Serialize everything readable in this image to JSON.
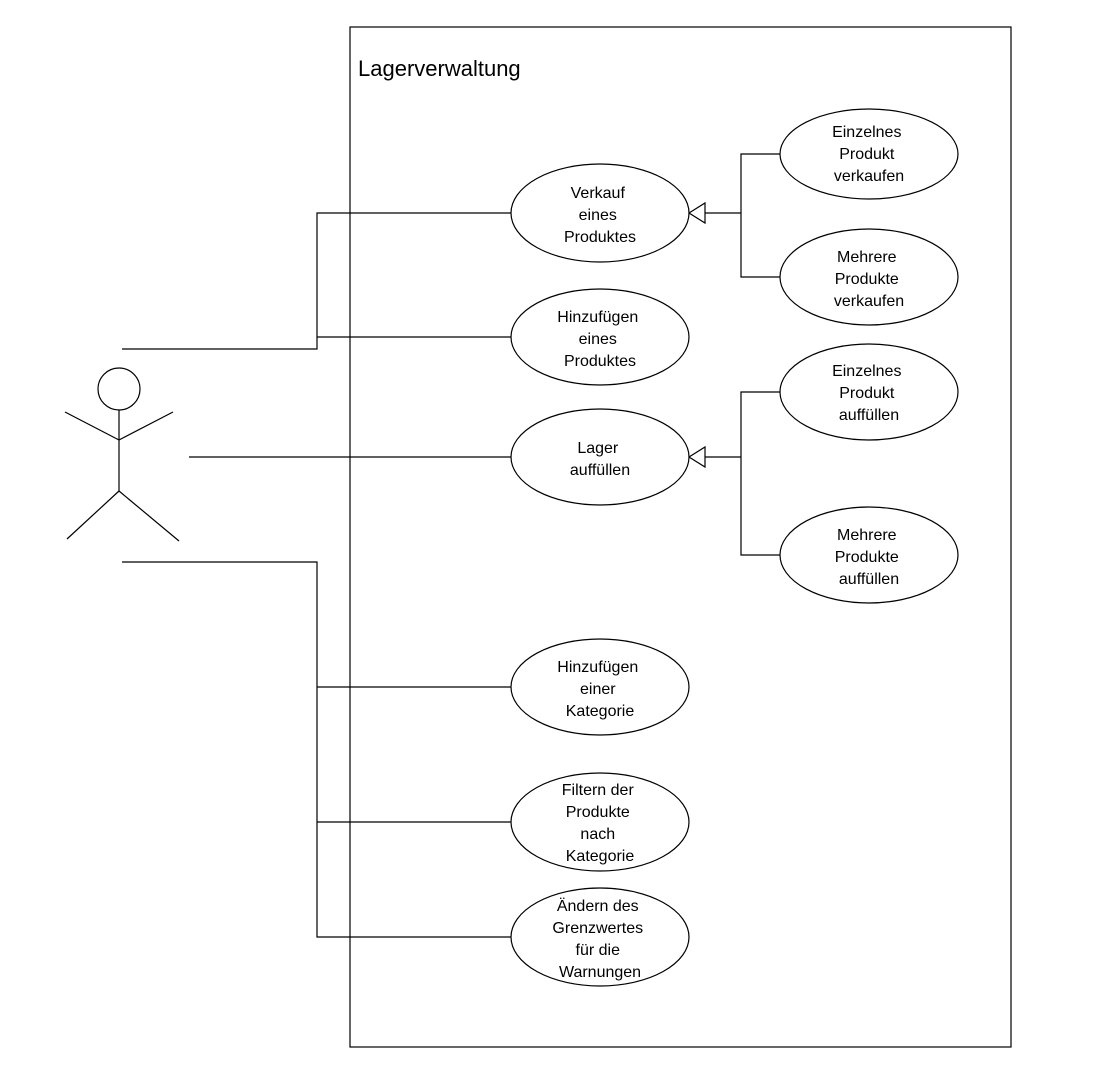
{
  "system": {
    "title": "Lagerverwaltung"
  },
  "actor": {
    "icon": "stick-figure-actor-icon"
  },
  "use_cases": {
    "verkauf": [
      "Verkauf",
      "eines",
      "Produktes"
    ],
    "einzeln_verkaufen": [
      "Einzelnes",
      "Produkt",
      "verkaufen"
    ],
    "mehrere_verkaufen": [
      "Mehrere",
      "Produkte",
      "verkaufen"
    ],
    "hinzufuegen_produkt": [
      "Hinzufügen",
      "eines",
      "Produktes"
    ],
    "lager_auffuellen": [
      "Lager",
      "auffüllen"
    ],
    "einzeln_auffuellen": [
      "Einzelnes",
      "Produkt",
      "auffüllen"
    ],
    "mehrere_auffuellen": [
      "Mehrere",
      "Produkte",
      "auffüllen"
    ],
    "hinzufuegen_kategorie": [
      "Hinzufügen",
      "einer",
      "Kategorie"
    ],
    "filtern": [
      "Filtern der",
      "Produkte",
      "nach",
      "Kategorie"
    ],
    "aendern": [
      "Ändern des",
      "Grenzwertes",
      "für die",
      "Warnungen"
    ]
  }
}
